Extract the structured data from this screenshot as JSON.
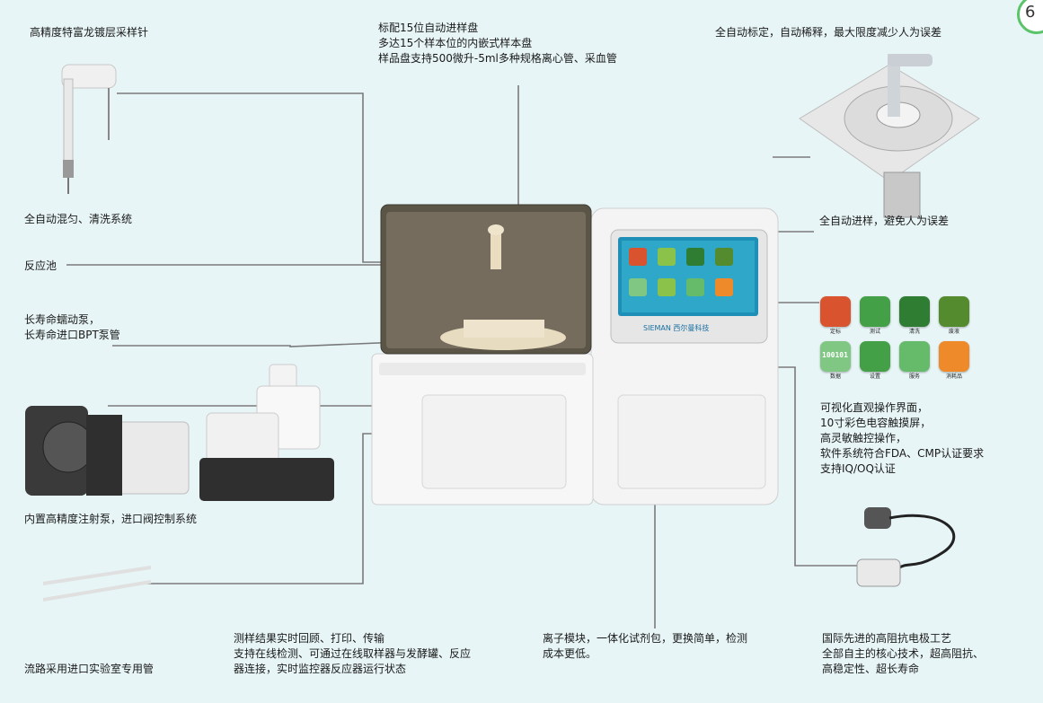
{
  "badge": "6",
  "labels": {
    "needle": "高精度特富龙镀层采样针",
    "mixing": "全自动混匀、清洗系统",
    "reaction": "反应池",
    "pump": [
      "长寿命蠕动泵，",
      "长寿命进口BPT泵管"
    ],
    "injector": "内置高精度注射泵，进口阀控制系统",
    "tubing": "流路采用进口实验室专用管",
    "results": [
      "测样结果实时回顾、打印、传输",
      "支持在线检测、可通过在线取样器与发酵罐、反应",
      "器连接，实时监控器反应器运行状态"
    ],
    "ion": [
      "离子模块，一体化试剂包，更换简单，检测",
      "成本更低。"
    ],
    "electrode": [
      "国际先进的高阻抗电极工艺",
      "全部自主的核心技术，超高阻抗、",
      "高稳定性、超长寿命"
    ],
    "touch": [
      "可视化直观操作界面，",
      "10寸彩色电容触摸屏，",
      "高灵敏触控操作，",
      "软件系统符合FDA、CMP认证要求",
      "支持IQ/OQ认证"
    ],
    "autosample": "全自动进样，避免人为误差",
    "calibration": "全自动标定，自动稀释，最大限度减少人为误差",
    "tray": [
      "标配15位自动进样盘",
      "多达15个样本位的内嵌式样本盘",
      "样品盘支持500微升-5ml多种规格离心管、采血管"
    ]
  },
  "screen_brand": "SIEMAN 西尔曼科技",
  "icons": [
    {
      "caption": "定标",
      "name": "calibrate-icon",
      "color": "#d8532e"
    },
    {
      "caption": "测试",
      "name": "test-icon",
      "color": "#43a047"
    },
    {
      "caption": "清洗",
      "name": "wash-icon",
      "color": "#2e7d32"
    },
    {
      "caption": "废液",
      "name": "waste-icon",
      "color": "#558b2f"
    },
    {
      "caption": "数据",
      "name": "data-icon",
      "color": "#81c784",
      "text": "100101"
    },
    {
      "caption": "设置",
      "name": "settings-icon",
      "color": "#43a047"
    },
    {
      "caption": "服务",
      "name": "service-icon",
      "color": "#66bb6a"
    },
    {
      "caption": "消耗品",
      "name": "consumables-icon",
      "color": "#ef8a2a"
    }
  ],
  "colors": {
    "background": "#e8f5f7",
    "accent": "#4caf50",
    "leader": "#7a7a7a"
  }
}
